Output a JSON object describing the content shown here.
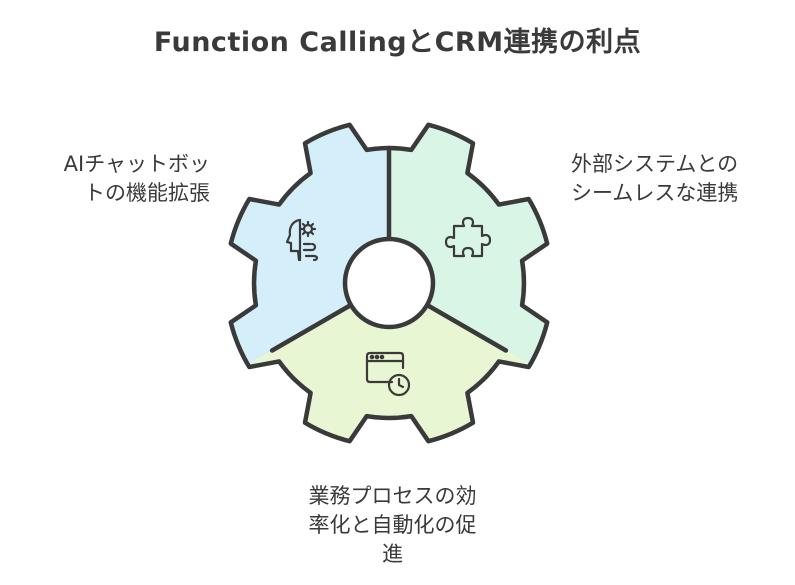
{
  "title": "Function CallingとCRM連携の利点",
  "segments": [
    {
      "key": "ai-chatbot",
      "label_lines": [
        "AIチャットボッ",
        "トの機能拡張"
      ],
      "icon": "gear-head-icon",
      "color": "#d4effa"
    },
    {
      "key": "external-system",
      "label_lines": [
        "外部システムとの",
        "シームレスな連携"
      ],
      "icon": "puzzle-piece-icon",
      "color": "#d9f5e6"
    },
    {
      "key": "business-process",
      "label_lines": [
        "業務プロセスの効",
        "率化と自動化の促",
        "進"
      ],
      "icon": "browser-clock-icon",
      "color": "#e8f6d4"
    }
  ],
  "colors": {
    "outline": "#3a3a3a",
    "center": "#ffffff"
  }
}
